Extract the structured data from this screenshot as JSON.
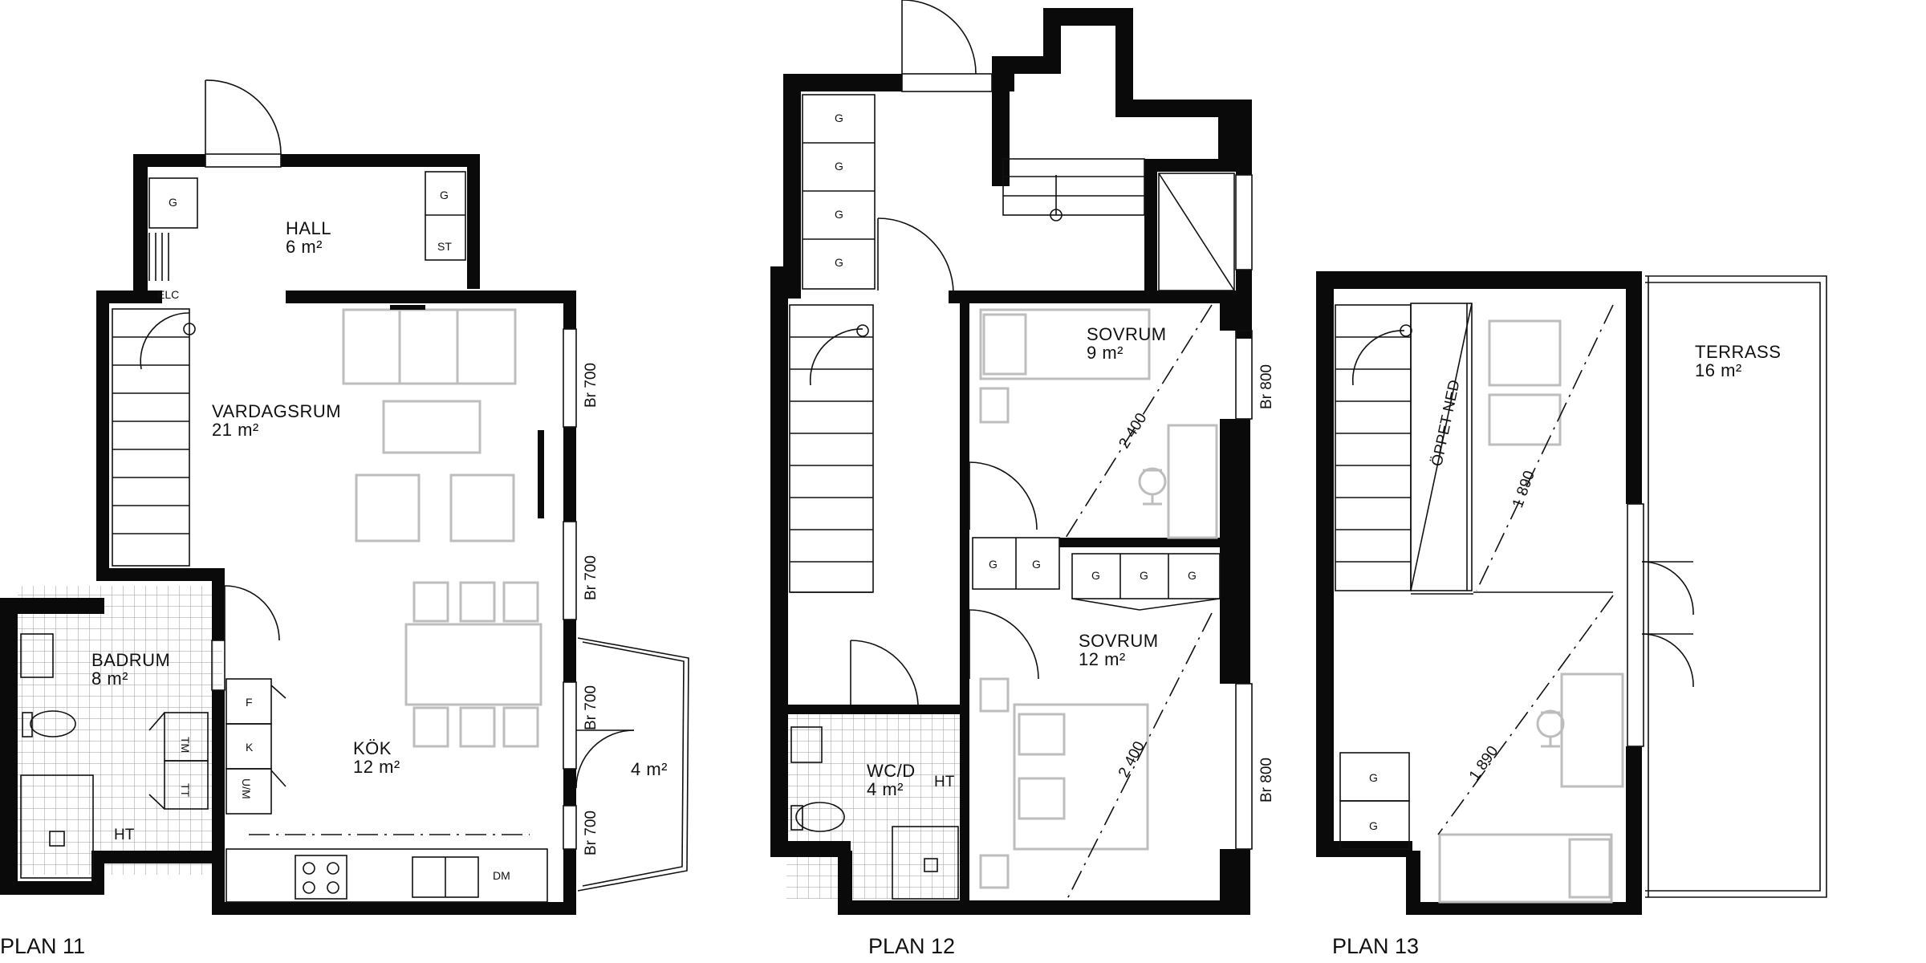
{
  "plans": [
    {
      "title": "PLAN 11",
      "rooms": [
        {
          "name": "HALL",
          "area": "6 m²"
        },
        {
          "name": "VARDAGSRUM",
          "area": "21 m²"
        },
        {
          "name": "BADRUM",
          "area": "8 m²"
        },
        {
          "name": "KÖK",
          "area": "12 m²"
        }
      ],
      "balcony_area": "4 m²",
      "window_labels": [
        "Br 700",
        "Br 700",
        "Br 700",
        "Br 700"
      ],
      "fixtures": {
        "g": "G",
        "st": "ST",
        "elc": "ELC",
        "tm": "TM",
        "tt": "TT",
        "ht": "HT",
        "f": "F",
        "k": "K",
        "um": "U/M",
        "dm": "DM"
      }
    },
    {
      "title": "PLAN 12",
      "rooms": [
        {
          "name": "SOVRUM",
          "area": "9 m²"
        },
        {
          "name": "SOVRUM",
          "area": "12 m²"
        },
        {
          "name": "WC/D",
          "area": "4 m²"
        }
      ],
      "window_labels": [
        "Br 800",
        "Br 800"
      ],
      "dimensions": [
        "2 400",
        "2 400"
      ],
      "fixtures": {
        "g": "G",
        "ht": "HT"
      }
    },
    {
      "title": "PLAN 13",
      "rooms": [
        {
          "name": "TERRASS",
          "area": "16 m²"
        }
      ],
      "note": "ÖPPET NED",
      "dimensions": [
        "1 890",
        "1 890"
      ],
      "fixtures": {
        "g": "G"
      }
    }
  ]
}
